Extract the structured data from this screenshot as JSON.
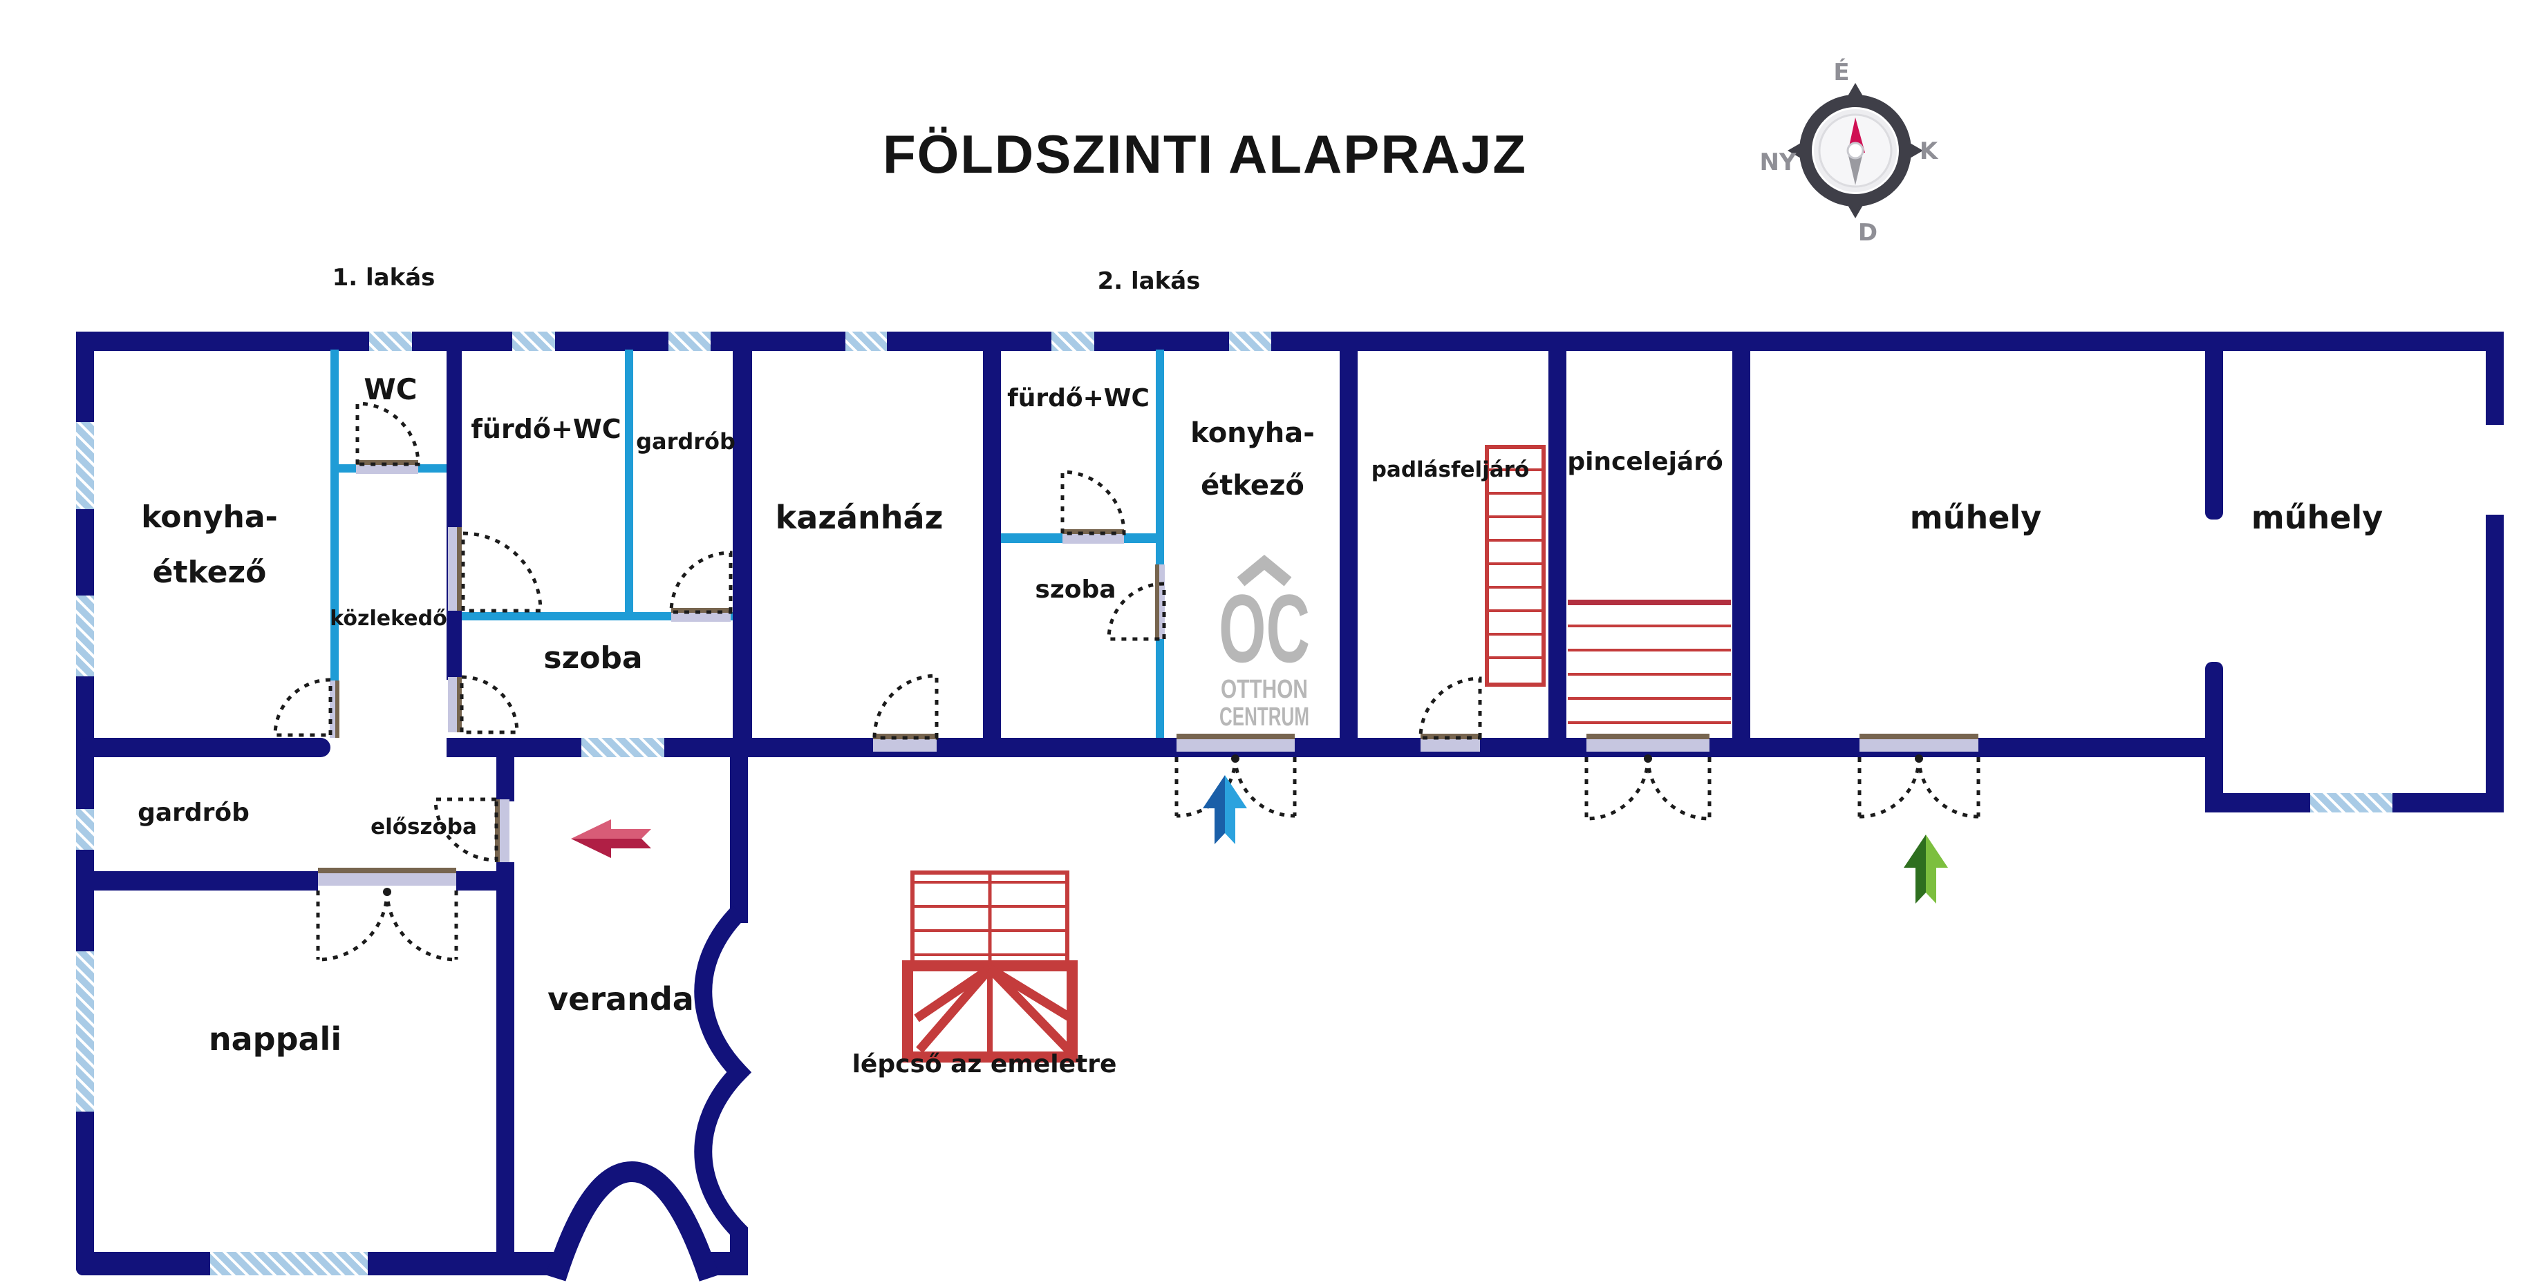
{
  "title": "FÖLDSZINTI ALAPRAJZ",
  "units": {
    "unit1": "1. lakás",
    "unit2": "2. lakás"
  },
  "rooms": {
    "konyha1_line1": "konyha-",
    "konyha1_line2": "étkező",
    "wc": "WC",
    "furdo1": "fürdő+WC",
    "gardrob1": "gardrób",
    "kozlekedo": "közlekedő",
    "szoba1": "szoba",
    "kazanhaz": "kazánház",
    "furdo2": "fürdő+WC",
    "szoba2": "szoba",
    "konyha2_line1": "konyha-",
    "konyha2_line2": "étkező",
    "padlasfeljaro": "padlásfeljáró",
    "pincelejaro": "pincelejáró",
    "muhely1": "műhely",
    "muhely2": "műhely",
    "gardrob2": "gardrób",
    "eloszoba": "előszoba",
    "nappali": "nappali",
    "veranda": "veranda"
  },
  "annotations": {
    "stairs_caption": "lépcső az emeletre"
  },
  "compass": {
    "north": "É",
    "east": "K",
    "south": "D",
    "west": "NY"
  },
  "watermark": {
    "monogram": "OC",
    "line1": "OTTHON",
    "line2": "CENTRUM"
  },
  "colors": {
    "wall_navy": "#12127B",
    "partition_cyan": "#1F9CD6",
    "window_blue": "#A9CBE6",
    "stair_red": "#C43C3C",
    "door_sill_lavender": "#C6C6E0",
    "door_sill_brown": "#77654F",
    "arrow_crimson_light": "#D85C77",
    "arrow_crimson_dark": "#B01F45",
    "arrow_blue_dark": "#1A5FA8",
    "arrow_blue_light": "#2BA2DE",
    "arrow_green_dark": "#2E6F1F",
    "arrow_green_light": "#7CBF3E",
    "watermark_gray": "#B7B7B7",
    "compass_dark": "#3F3F48",
    "needle_crimson": "#CF0F53",
    "needle_gray": "#9A9AA0"
  }
}
